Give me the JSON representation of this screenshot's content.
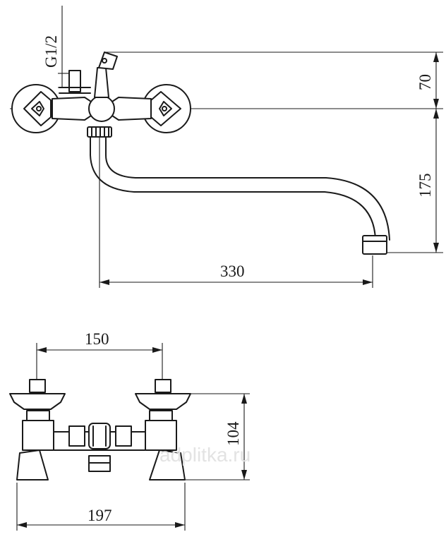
{
  "top_view": {
    "thread_label": "G1/2",
    "dim_height_upper": "70",
    "dim_height_lower": "175",
    "dim_spout_reach": "330"
  },
  "front_view": {
    "dim_centers": "150",
    "dim_height": "104",
    "dim_width": "197"
  },
  "watermark": "adplitka.ru"
}
